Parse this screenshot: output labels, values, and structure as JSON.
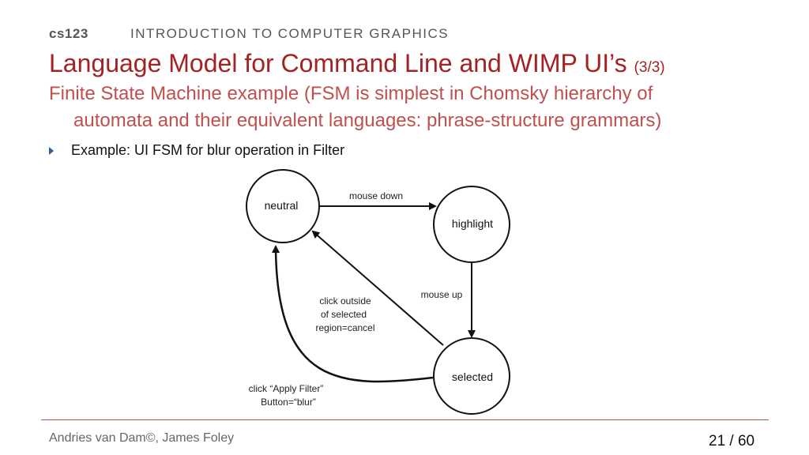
{
  "header": {
    "course_code": "cs123",
    "course_name": "INTRODUCTION TO COMPUTER GRAPHICS"
  },
  "title": {
    "main": "Language Model for Command Line and WIMP UI’s",
    "suffix": "(3/3)"
  },
  "subtitle": {
    "line1": "Finite State Machine example (FSM is simplest in Chomsky hierarchy of",
    "line2": "automata and their equivalent languages: phrase-structure grammars)"
  },
  "bullets": [
    "Example: UI FSM for blur operation in Filter"
  ],
  "diagram": {
    "nodes": {
      "neutral": "neutral",
      "highlight": "highlight",
      "selected": "selected"
    },
    "edges": {
      "mouse_down": "mouse down",
      "mouse_up": "mouse up",
      "cancel": [
        "click outside",
        "of selected",
        "region=cancel"
      ],
      "apply": [
        "click “Apply Filter”",
        "Button=“blur”"
      ]
    }
  },
  "footer": {
    "author": "Andries van Dam©, James Foley",
    "page": "21 / 60"
  }
}
